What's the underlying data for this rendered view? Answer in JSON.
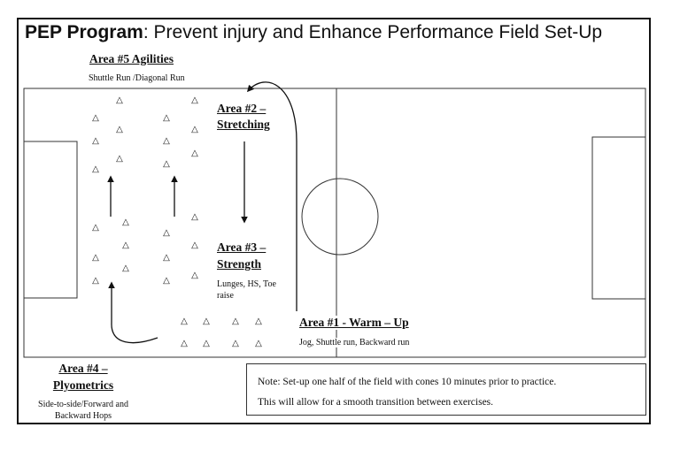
{
  "title": {
    "bold": "PEP Program",
    "rest": ":  Prevent injury and Enhance Performance Field Set-Up"
  },
  "areas": {
    "area5": {
      "heading": "Area #5 Agilities",
      "desc": "Shuttle Run /Diagonal Run"
    },
    "area2": {
      "heading_line1": "Area #2 –",
      "heading_line2": "Stretching"
    },
    "area3": {
      "heading_line1": "Area #3 –",
      "heading_line2": "Strength",
      "desc_line1": "Lunges, HS, Toe",
      "desc_line2": "raise"
    },
    "area1": {
      "heading": "Area #1 - Warm – Up",
      "desc": "Jog, Shuttle run, Backward run"
    },
    "area4": {
      "heading_line1": "Area #4 –",
      "heading_line2": "Plyometrics",
      "desc_line1": "Side-to-side/Forward and",
      "desc_line2": "Backward  Hops"
    }
  },
  "note": {
    "line1": "Note: Set-up one half of the field with cones 10 minutes prior to practice.",
    "line2": "This will allow for a smooth transition between exercises."
  },
  "cone_symbol": "△",
  "colors": {
    "line": "#111111",
    "background": "#ffffff"
  }
}
